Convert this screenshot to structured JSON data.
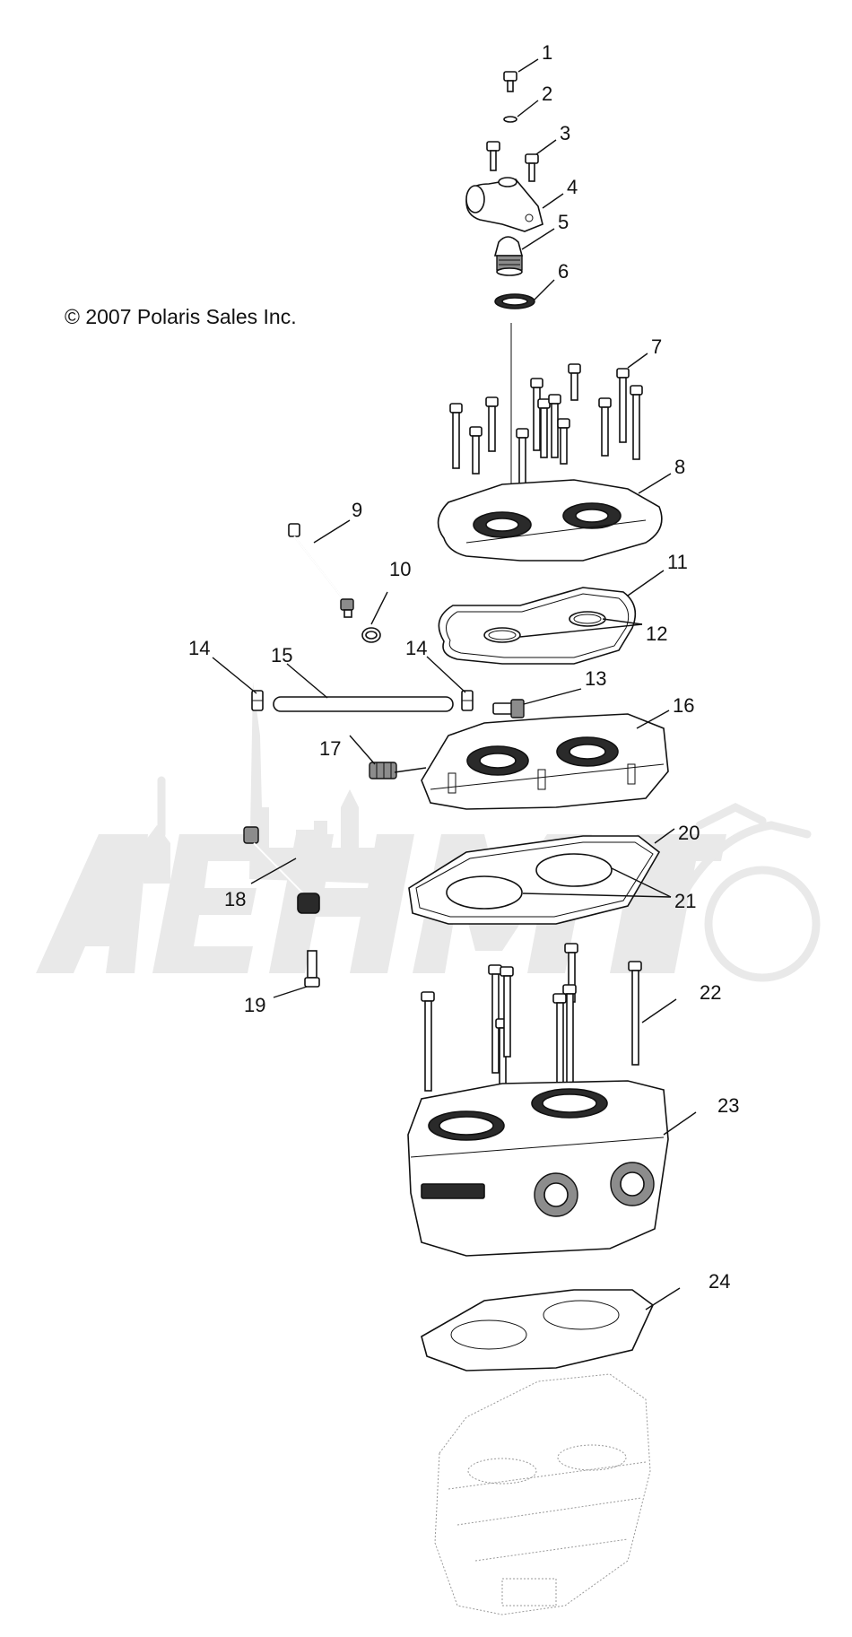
{
  "copyright": "© 2007 Polaris Sales Inc.",
  "callouts": [
    "1",
    "2",
    "3",
    "4",
    "5",
    "6",
    "7",
    "8",
    "9",
    "10",
    "11",
    "12",
    "13",
    "14",
    "14",
    "15",
    "16",
    "17",
    "18",
    "19",
    "20",
    "21",
    "22",
    "23",
    "24"
  ]
}
